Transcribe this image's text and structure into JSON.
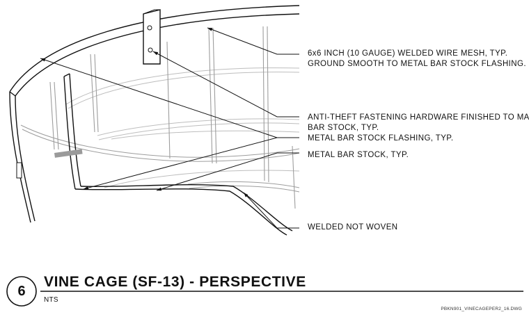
{
  "drawing": {
    "detail_number": "6",
    "title": "VINE CAGE (SF-13) - PERSPECTIVE",
    "scale": "NTS",
    "file_reference": "PBKN901_VINECAGEPER2_16.DWG"
  },
  "callouts": [
    {
      "id": "mesh",
      "lines": [
        "6x6 INCH (10 GAUGE) WELDED WIRE MESH, TYP.",
        "GROUND SMOOTH TO METAL BAR STOCK FLASHING."
      ]
    },
    {
      "id": "hardware",
      "lines": [
        "ANTI-THEFT FASTENING HARDWARE FINISHED TO MATCH",
        "BAR STOCK, TYP."
      ]
    },
    {
      "id": "flashing",
      "lines": [
        "METAL BAR STOCK FLASHING, TYP."
      ]
    },
    {
      "id": "barstock",
      "lines": [
        "METAL BAR STOCK, TYP."
      ]
    },
    {
      "id": "welded",
      "lines": [
        "WELDED NOT WOVEN"
      ]
    }
  ]
}
